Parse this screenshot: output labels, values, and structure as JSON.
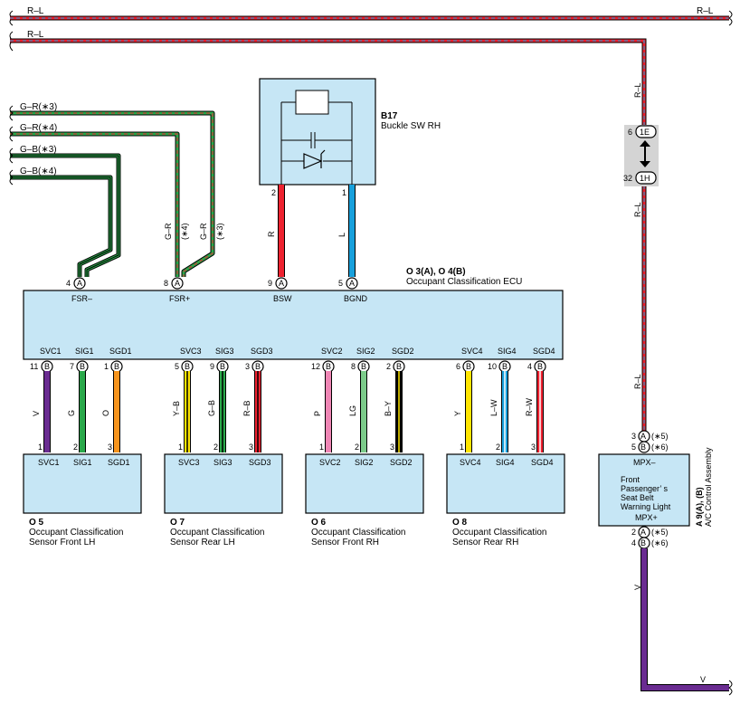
{
  "colors": {
    "box_fill": "#c6e6f5",
    "red": "#ee2230",
    "blue": "#18a0dc",
    "violet": "#6a2c91",
    "green": "#2aa84a",
    "orange": "#f7941d",
    "yellow": "#ffe500",
    "pink": "#ef86b5",
    "light_green": "#7ccb8a",
    "ribbon_gray": "#d4d4d4"
  },
  "top_wires": {
    "line1_left": "R–L",
    "line1_right": "R–L",
    "line2_left": "R–L"
  },
  "left_wires": [
    "G–R(∗3)",
    "G–R(∗4)",
    "G–B(∗3)",
    "G–B(∗4)"
  ],
  "b17": {
    "code": "B17",
    "name": "Buckle SW RH",
    "pin_left": "2",
    "pin_right": "1",
    "wire_left": "R",
    "wire_right": "L"
  },
  "ecu": {
    "code": "O 3(A), O 4(B)",
    "name": "Occupant Classification ECU",
    "top_pins": [
      {
        "num": "4",
        "conn": "A",
        "label": "FSR–"
      },
      {
        "num": "8",
        "conn": "A",
        "label": "FSR+"
      },
      {
        "num": "9",
        "conn": "A",
        "label": "BSW"
      },
      {
        "num": "5",
        "conn": "A",
        "label": "BGND"
      }
    ],
    "fsr_wire_labels": [
      "G–R",
      "(∗4)",
      "G–R",
      "(∗3)"
    ],
    "bottom_pins": [
      {
        "num": "11",
        "conn": "B",
        "label": "SVC1"
      },
      {
        "num": "7",
        "conn": "B",
        "label": "SIG1"
      },
      {
        "num": "1",
        "conn": "B",
        "label": "SGD1"
      },
      {
        "num": "5",
        "conn": "B",
        "label": "SVC3"
      },
      {
        "num": "9",
        "conn": "B",
        "label": "SIG3"
      },
      {
        "num": "3",
        "conn": "B",
        "label": "SGD3"
      },
      {
        "num": "12",
        "conn": "B",
        "label": "SVC2"
      },
      {
        "num": "8",
        "conn": "B",
        "label": "SIG2"
      },
      {
        "num": "2",
        "conn": "B",
        "label": "SGD2"
      },
      {
        "num": "6",
        "conn": "B",
        "label": "SVC4"
      },
      {
        "num": "10",
        "conn": "B",
        "label": "SIG4"
      },
      {
        "num": "4",
        "conn": "B",
        "label": "SGD4"
      }
    ],
    "wire_colors": [
      "V",
      "G",
      "O",
      "Y–B",
      "G–B",
      "R–B",
      "P",
      "LG",
      "B–Y",
      "Y",
      "L–W",
      "R–W"
    ]
  },
  "sensors": [
    {
      "code": "O 5",
      "line1": "Occupant Classification",
      "line2": "Sensor Front LH",
      "pins": [
        "SVC1",
        "SIG1",
        "SGD1"
      ],
      "nums": [
        "1",
        "2",
        "3"
      ]
    },
    {
      "code": "O 7",
      "line1": "Occupant Classification",
      "line2": "Sensor Rear LH",
      "pins": [
        "SVC3",
        "SIG3",
        "SGD3"
      ],
      "nums": [
        "1",
        "2",
        "3"
      ]
    },
    {
      "code": "O 6",
      "line1": "Occupant Classification",
      "line2": "Sensor Front RH",
      "pins": [
        "SVC2",
        "SIG2",
        "SGD2"
      ],
      "nums": [
        "1",
        "2",
        "3"
      ]
    },
    {
      "code": "O 8",
      "line1": "Occupant Classification",
      "line2": "Sensor Rear RH",
      "pins": [
        "SVC4",
        "SIG4",
        "SGD4"
      ],
      "nums": [
        "1",
        "2",
        "3"
      ]
    }
  ],
  "junction": {
    "top_num": "6",
    "top_label": "1E",
    "bottom_num": "32",
    "bottom_label": "1H"
  },
  "right_wire_labels": [
    "R–L",
    "R–L",
    "R–L",
    "V",
    "V"
  ],
  "ac": {
    "code": "A 9(A), (B)",
    "name": "A/C Control Assembly",
    "pin_top": "MPX–",
    "text_lines": [
      "Front",
      "Passenger’ s",
      "Seat Belt",
      "Warning Light"
    ],
    "pin_bottom": "MPX+",
    "top_pins": [
      {
        "num": "3",
        "conn": "A",
        "note": "(∗5)"
      },
      {
        "num": "5",
        "conn": "B",
        "note": "(∗6)"
      }
    ],
    "bottom_pins": [
      {
        "num": "2",
        "conn": "A",
        "note": "(∗5)"
      },
      {
        "num": "4",
        "conn": "B",
        "note": "(∗6)"
      }
    ]
  }
}
